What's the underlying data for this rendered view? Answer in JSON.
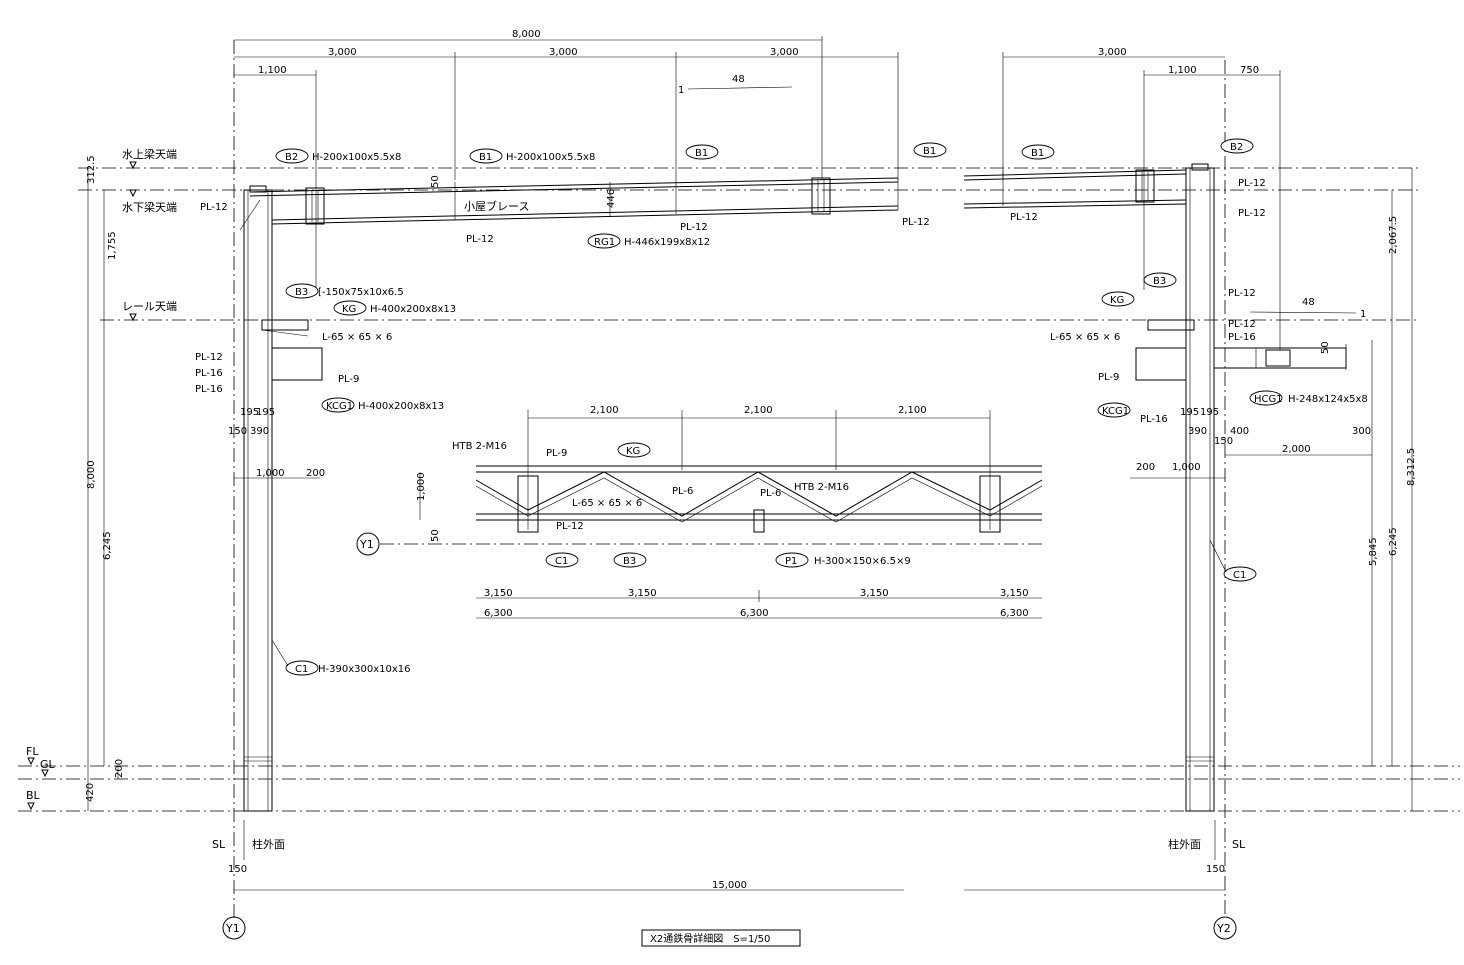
{
  "title": "X2通鉄骨詳細図　S=1/50",
  "levels": {
    "upper_beam_top": "水上梁天端",
    "lower_beam_top": "水下梁天端",
    "rail_top": "レール天端",
    "fl": "FL",
    "gl": "GL",
    "bl": "BL"
  },
  "grid": {
    "y1": "Y1",
    "y2": "Y2",
    "sl": "SL",
    "column_face": "柱外面"
  },
  "dimensions": {
    "top_total": "8,000",
    "top_3000": "3,000",
    "left_1100": "1,100",
    "right_1100": "1,100",
    "right_750": "750",
    "bottom_total": "15,000",
    "offset_150": "150",
    "slope_48": "48",
    "slope_1": "1",
    "height_312_5": "312.5",
    "height_1755": "1,755",
    "height_8000": "8,000",
    "height_6245": "6,245",
    "height_200": "200",
    "height_420": "420",
    "height_50": "50",
    "height_446": "446",
    "right_2067_5": "2,067.5",
    "right_8312_5": "8,312.5",
    "right_6245": "6,245",
    "right_5845": "5,845",
    "d195": "195",
    "d150": "150",
    "d390": "390",
    "d1000": "1,000",
    "d200": "200",
    "d400": "400",
    "d2000": "2,000",
    "d300": "300",
    "d2100": "2,100",
    "d1000v": "1,000",
    "d3150": "3,150",
    "d6300": "6,300"
  },
  "members": {
    "b1": "B1",
    "b2": "B2",
    "b3": "B3",
    "rg1": "RG1",
    "kg": "KG",
    "kcg1": "KCG1",
    "hcg1": "HCG1",
    "c1": "C1",
    "p1": "P1",
    "b2_spec": "H-200x100x5.5x8",
    "b1_spec": "H-200x100x5.5x8",
    "rg1_spec": "H-446x199x8x12",
    "b3_spec": "[-150x75x10x6.5",
    "kg_spec": "H-400x200x8x13",
    "kcg1_spec": "H-400x200x8x13",
    "c1_spec": "H-390x300x10x16",
    "hcg1_spec": "H-248x124x5x8",
    "p1_spec": "H-300×150×6.5×9",
    "roof_brace": "小屋ブレース",
    "angle": "L-65 × 65 × 6",
    "htb": "HTB 2-M16",
    "pl12": "PL-12",
    "pl16": "PL-16",
    "pl9": "PL-9",
    "pl6": "PL-6"
  }
}
